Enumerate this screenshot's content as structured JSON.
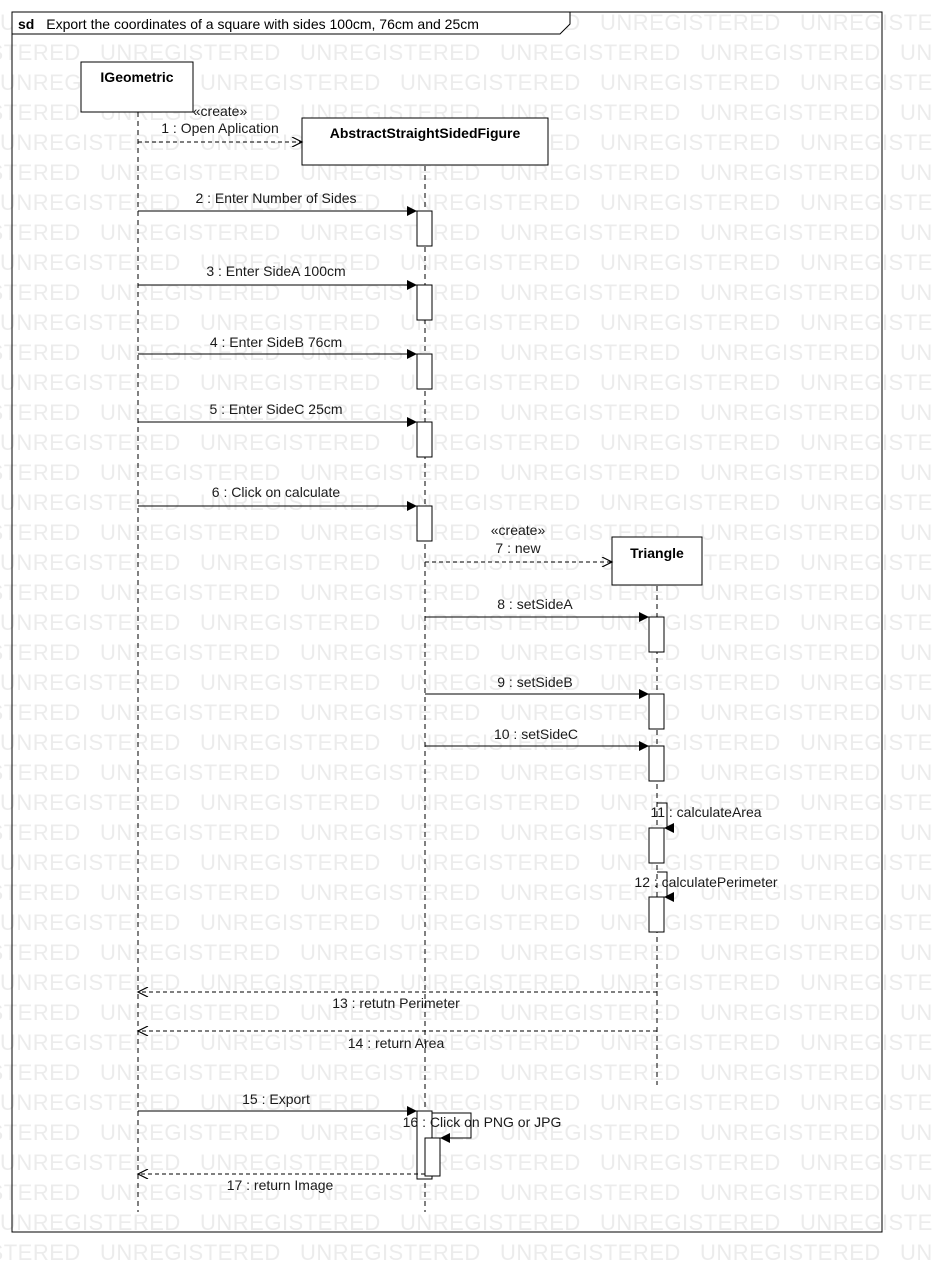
{
  "watermark": "UNREGISTERED",
  "frame": {
    "keyword": "sd",
    "title": "Export the coordinates of a square with sides 100cm, 76cm and 25cm"
  },
  "lifelines": [
    {
      "id": "igeo",
      "name": "IGeometric"
    },
    {
      "id": "asf",
      "name": "AbstractStraightSidedFigure"
    },
    {
      "id": "tri",
      "name": "Triangle"
    }
  ],
  "stereotype_create": "«create»",
  "messages": [
    {
      "id": "m1",
      "label": "1 : Open Aplication"
    },
    {
      "id": "m2",
      "label": "2 : Enter Number of Sides"
    },
    {
      "id": "m3",
      "label": "3 : Enter SideA 100cm"
    },
    {
      "id": "m4",
      "label": "4 : Enter SideB 76cm"
    },
    {
      "id": "m5",
      "label": "5 : Enter SideC 25cm"
    },
    {
      "id": "m6",
      "label": "6 : Click on calculate"
    },
    {
      "id": "m7",
      "label": "7 : new"
    },
    {
      "id": "m8",
      "label": "8 : setSideA"
    },
    {
      "id": "m9",
      "label": "9 : setSideB"
    },
    {
      "id": "m10",
      "label": "10 : setSideC"
    },
    {
      "id": "m11",
      "label": "11 : calculateArea"
    },
    {
      "id": "m12",
      "label": "12 : calculatePerimeter"
    },
    {
      "id": "m13",
      "label": "13 : retutn Perimeter"
    },
    {
      "id": "m14",
      "label": "14 : return Area"
    },
    {
      "id": "m15",
      "label": "15 : Export"
    },
    {
      "id": "m16",
      "label": "16 : Click on PNG or JPG"
    },
    {
      "id": "m17",
      "label": "17 : return Image"
    }
  ]
}
